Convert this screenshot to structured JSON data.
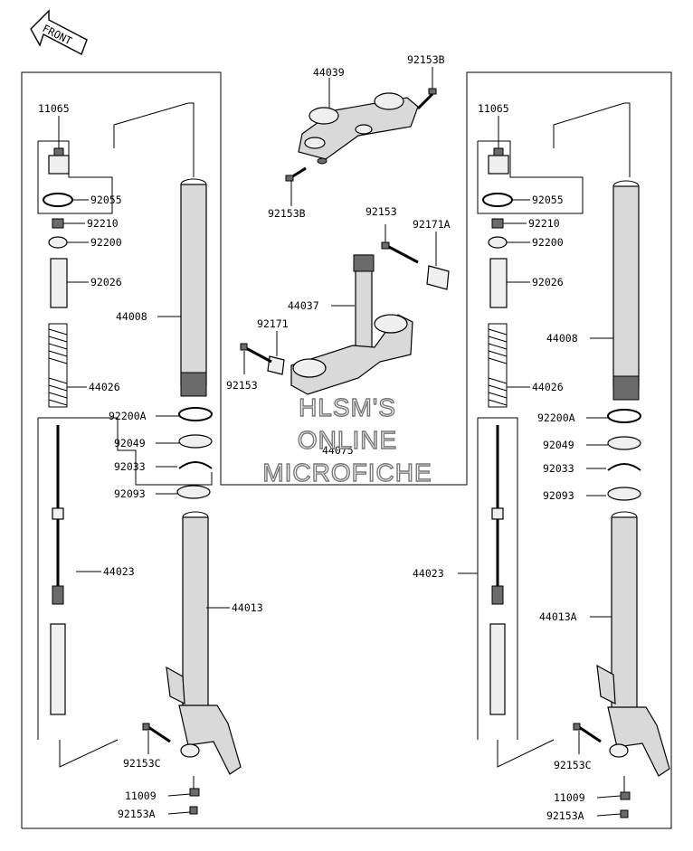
{
  "front_arrow": {
    "label": "FRONT"
  },
  "watermark": {
    "line1": "HLSM'S",
    "line2": "ONLINE",
    "line3": "MICROFICHE"
  },
  "labels": {
    "p44039": "44039",
    "p92153B_top": "92153B",
    "p92153B_bottom": "92153B",
    "p92153_center": "92153",
    "p92171A": "92171A",
    "p44037": "44037",
    "p92171": "92171",
    "p92153_left_center": "92153",
    "p44075": "44075",
    "L_11065": "11065",
    "L_92055": "92055",
    "L_92210": "92210",
    "L_92200": "92200",
    "L_92026": "92026",
    "L_44008": "44008",
    "L_44026": "44026",
    "L_92200A": "92200A",
    "L_92049": "92049",
    "L_92033": "92033",
    "L_92093": "92093",
    "L_44023": "44023",
    "L_44013": "44013",
    "L_92153C": "92153C",
    "L_11009": "11009",
    "L_92153A": "92153A",
    "R_11065": "11065",
    "R_92055": "92055",
    "R_92210": "92210",
    "R_92200": "92200",
    "R_92026": "92026",
    "R_44008": "44008",
    "R_44026": "44026",
    "R_92200A": "92200A",
    "R_92049": "92049",
    "R_92033": "92033",
    "R_92093": "92093",
    "R_44023": "44023",
    "R_44013A": "44013A",
    "R_92153C": "92153C",
    "R_11009": "11009",
    "R_92153A": "92153A"
  }
}
